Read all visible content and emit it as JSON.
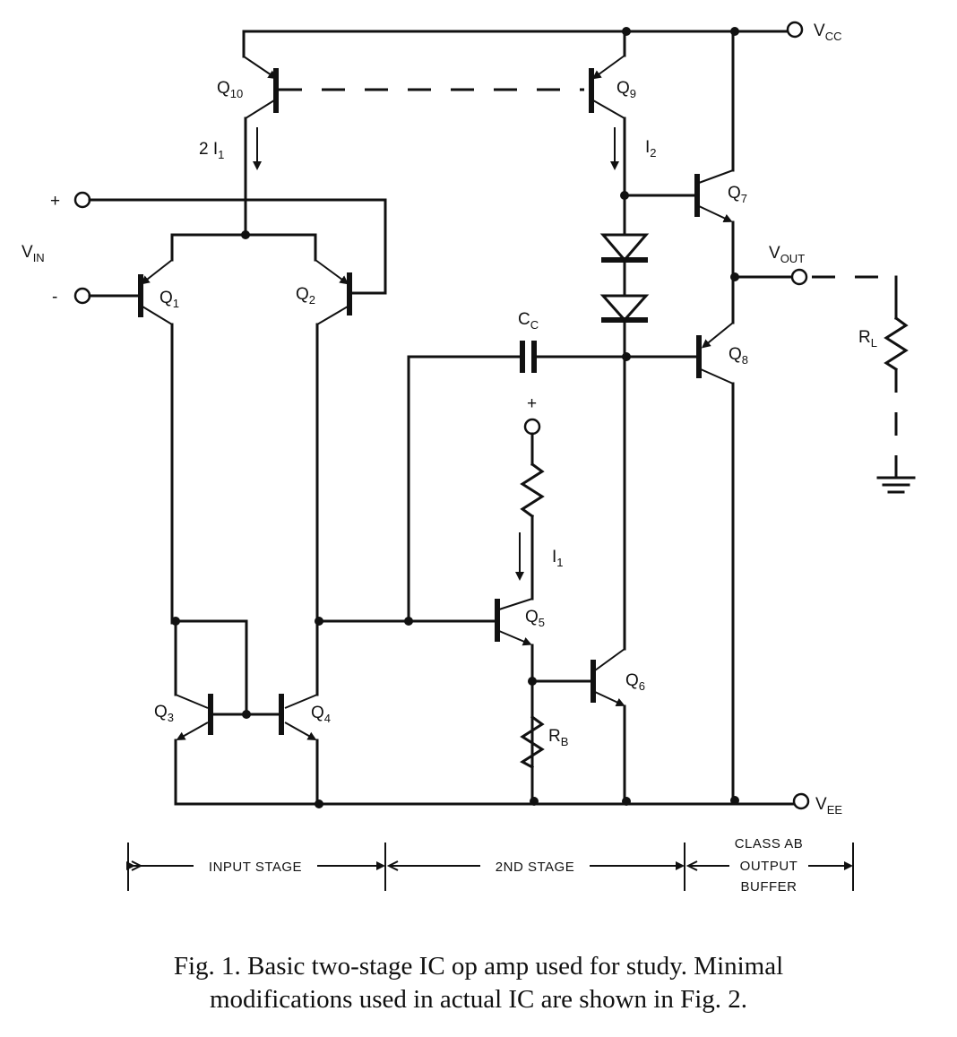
{
  "labels": {
    "vcc": "V",
    "vcc_sub": "CC",
    "vee": "V",
    "vee_sub": "EE",
    "vin": "V",
    "vin_sub": "IN",
    "vout": "V",
    "vout_sub": "OUT",
    "plus_in": "+",
    "minus_in": "-",
    "plus_bias": "+",
    "q1": "Q",
    "q1_sub": "1",
    "q2": "Q",
    "q2_sub": "2",
    "q3": "Q",
    "q3_sub": "3",
    "q4": "Q",
    "q4_sub": "4",
    "q5": "Q",
    "q5_sub": "5",
    "q6": "Q",
    "q6_sub": "6",
    "q7": "Q",
    "q7_sub": "7",
    "q8": "Q",
    "q8_sub": "8",
    "q9": "Q",
    "q9_sub": "9",
    "q10": "Q",
    "q10_sub": "10",
    "i1_double": "2 I",
    "i1_double_sub": "1",
    "i2": "I",
    "i2_sub": "2",
    "i1": "I",
    "i1_sub": "1",
    "cc": "C",
    "cc_sub": "C",
    "rb": "R",
    "rb_sub": "B",
    "rl": "R",
    "rl_sub": "L"
  },
  "stages": {
    "input": "INPUT STAGE",
    "second": "2ND STAGE",
    "output_line1": "CLASS AB",
    "output_line2": "OUTPUT",
    "output_line3": "BUFFER"
  },
  "caption": {
    "line1": "Fig. 1.  Basic two-stage IC op amp used for study. Minimal",
    "line2": "modifications used in actual IC are shown in Fig. 2."
  }
}
